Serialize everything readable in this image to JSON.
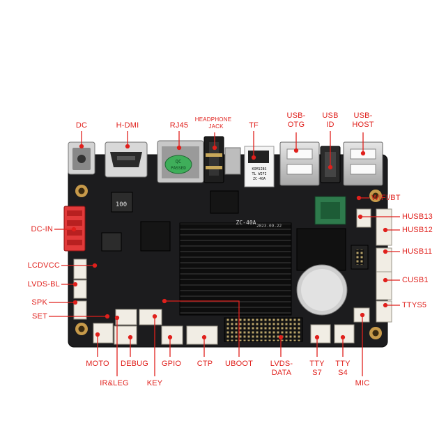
{
  "diagram": {
    "labels": {
      "dc": "DC",
      "hdmi": "H-DMI",
      "rj45": "RJ45",
      "headphone_line1": "HEADPHONE",
      "headphone_line2": "JACK",
      "tf": "TF",
      "usb_otg_line1": "USB-",
      "usb_otg_line2": "OTG",
      "usb_id_line1": "USB",
      "usb_id_line2": "ID",
      "usb_host_line1": "USB-",
      "usb_host_line2": "HOST",
      "wifi_bt": "WIFI/BT",
      "husb13": "HUSB13",
      "husb12": "HUSB12",
      "husb11": "HUSB11",
      "cusb1": "CUSB1",
      "ttys5": "TTYS5",
      "dc_in": "DC-IN",
      "lcdvcc": "LCDVCC",
      "lvds_bl": "LVDS-BL",
      "spk": "SPK",
      "set": "SET",
      "moto": "MOTO",
      "debug": "DEBUG",
      "gpio": "GPIO",
      "ctp": "CTP",
      "uboot": "UBOOT",
      "lvds_data_line1": "LVDS-",
      "lvds_data_line2": "DATA",
      "tty_s7_line1": "TTY",
      "tty_s7_line2": "S7",
      "tty_s4_line1": "TTY",
      "tty_s4_line2": "S4",
      "ir_leg": "IR&LEG",
      "key": "KEY",
      "mic": "MIC"
    },
    "board_markings": {
      "model": "ZC-40A",
      "date": "2023.09.22",
      "sticker_1": "KOM1IBS",
      "sticker_2": "TL WIFI",
      "sticker_3": "ZC-40A",
      "passed_1": "QC",
      "passed_2": "PASSED",
      "inductor": "100"
    },
    "colors": {
      "label": "#e0201c",
      "pcb": "#1c1c1e",
      "heatsink": "#0c0c0c",
      "connector": "#f1ede4",
      "red_connector": "#e23a3a",
      "wifi_module": "#2e7a4c"
    }
  }
}
